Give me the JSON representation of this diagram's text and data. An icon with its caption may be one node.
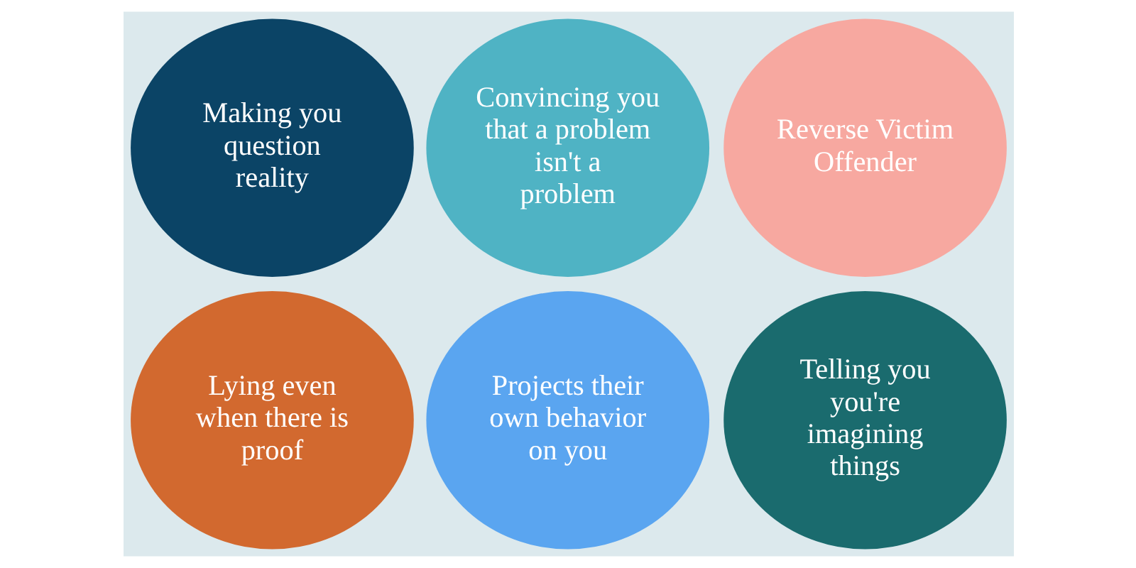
{
  "diagram": {
    "nodes": [
      {
        "text": [
          "Making you question reality"
        ]
      },
      {
        "text": [
          "Convincing you that a problem isn't a problem"
        ]
      },
      {
        "text": [
          "Reverse Victim Offender"
        ]
      },
      {
        "text": [
          "Lying even when there is proof"
        ]
      },
      {
        "text": [
          "Projects their own behavior on you"
        ]
      },
      {
        "text": [
          "Telling you you're imagining things"
        ]
      }
    ],
    "edges": []
  }
}
